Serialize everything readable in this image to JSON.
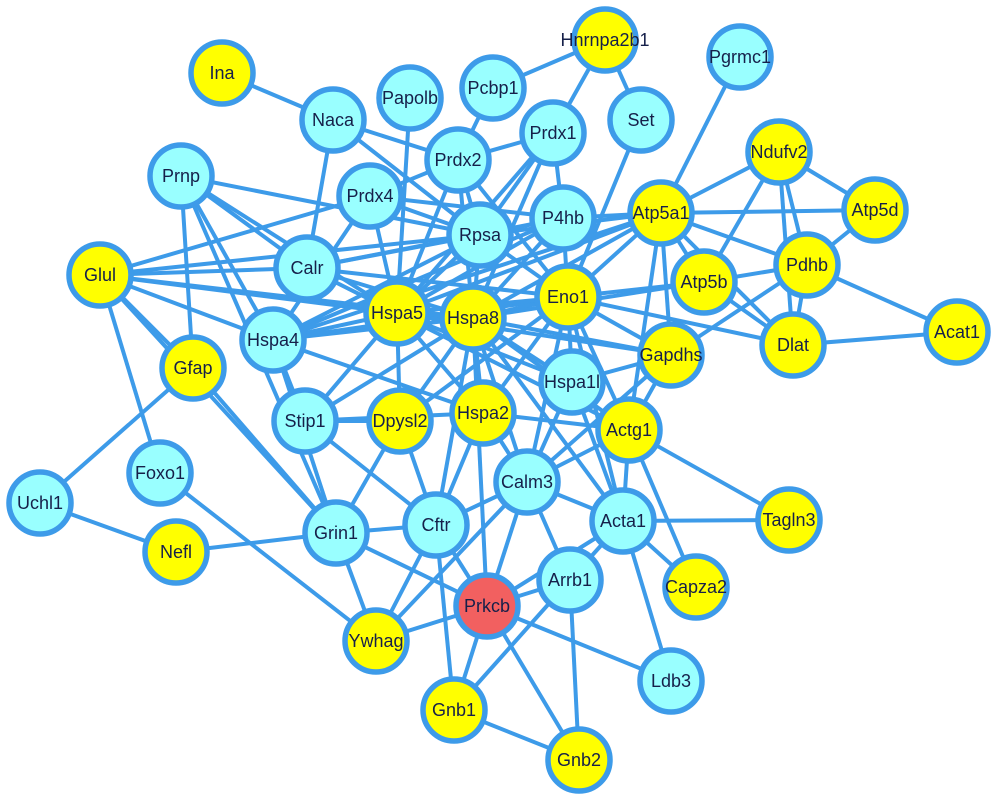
{
  "colors": {
    "edge": "#3d9be9",
    "upregulated": "#ffff00",
    "other": "#99ffff",
    "target": "#f26060"
  },
  "nodes": [
    {
      "id": "Ina",
      "type": "upregulated"
    },
    {
      "id": "Hnrnpa2b1",
      "type": "upregulated"
    },
    {
      "id": "Pgrmc1",
      "type": "other"
    },
    {
      "id": "Papolb",
      "type": "other"
    },
    {
      "id": "Pcbp1",
      "type": "other"
    },
    {
      "id": "Naca",
      "type": "other"
    },
    {
      "id": "Set",
      "type": "other"
    },
    {
      "id": "Prdx1",
      "type": "other"
    },
    {
      "id": "Prdx2",
      "type": "other"
    },
    {
      "id": "Ndufv2",
      "type": "upregulated"
    },
    {
      "id": "Prnp",
      "type": "other"
    },
    {
      "id": "Prdx4",
      "type": "other"
    },
    {
      "id": "P4hb",
      "type": "other"
    },
    {
      "id": "Rpsa",
      "type": "other"
    },
    {
      "id": "Atp5a1",
      "type": "upregulated"
    },
    {
      "id": "Atp5d",
      "type": "upregulated"
    },
    {
      "id": "Glul",
      "type": "upregulated"
    },
    {
      "id": "Calr",
      "type": "other"
    },
    {
      "id": "Pdhb",
      "type": "upregulated"
    },
    {
      "id": "Atp5b",
      "type": "upregulated"
    },
    {
      "id": "Eno1",
      "type": "upregulated"
    },
    {
      "id": "Hspa5",
      "type": "upregulated"
    },
    {
      "id": "Hspa8",
      "type": "upregulated"
    },
    {
      "id": "Hspa4",
      "type": "other"
    },
    {
      "id": "Gfap",
      "type": "upregulated"
    },
    {
      "id": "Dlat",
      "type": "upregulated"
    },
    {
      "id": "Acat1",
      "type": "upregulated"
    },
    {
      "id": "Gapdhs",
      "type": "upregulated"
    },
    {
      "id": "Hspa1l",
      "type": "other"
    },
    {
      "id": "Stip1",
      "type": "other"
    },
    {
      "id": "Dpysl2",
      "type": "upregulated"
    },
    {
      "id": "Hspa2",
      "type": "upregulated"
    },
    {
      "id": "Actg1",
      "type": "upregulated"
    },
    {
      "id": "Foxo1",
      "type": "other"
    },
    {
      "id": "Uchl1",
      "type": "other"
    },
    {
      "id": "Calm3",
      "type": "other"
    },
    {
      "id": "Grin1",
      "type": "other"
    },
    {
      "id": "Cftr",
      "type": "other"
    },
    {
      "id": "Acta1",
      "type": "other"
    },
    {
      "id": "Tagln3",
      "type": "upregulated"
    },
    {
      "id": "Nefl",
      "type": "upregulated"
    },
    {
      "id": "Capza2",
      "type": "upregulated"
    },
    {
      "id": "Arrb1",
      "type": "other"
    },
    {
      "id": "Prkcb",
      "type": "target"
    },
    {
      "id": "Ywhag",
      "type": "upregulated"
    },
    {
      "id": "Ldb3",
      "type": "other"
    },
    {
      "id": "Gnb1",
      "type": "upregulated"
    },
    {
      "id": "Gnb2",
      "type": "upregulated"
    }
  ],
  "edges": [
    [
      "Ina",
      "Naca"
    ],
    [
      "Naca",
      "Calr"
    ],
    [
      "Naca",
      "Prdx2"
    ],
    [
      "Naca",
      "Rpsa"
    ],
    [
      "Papolb",
      "Hspa5"
    ],
    [
      "Pcbp1",
      "Prdx2"
    ],
    [
      "Pcbp1",
      "Hnrnpa2b1"
    ],
    [
      "Hnrnpa2b1",
      "Prdx1"
    ],
    [
      "Hnrnpa2b1",
      "Set"
    ],
    [
      "Set",
      "Eno1"
    ],
    [
      "Pgrmc1",
      "Atp5a1"
    ],
    [
      "Ndufv2",
      "Atp5a1"
    ],
    [
      "Ndufv2",
      "Atp5d"
    ],
    [
      "Ndufv2",
      "Pdhb"
    ],
    [
      "Ndufv2",
      "Dlat"
    ],
    [
      "Ndufv2",
      "Atp5b"
    ],
    [
      "Atp5a1",
      "Atp5d"
    ],
    [
      "Atp5a1",
      "Pdhb"
    ],
    [
      "Atp5a1",
      "Atp5b"
    ],
    [
      "Atp5a1",
      "Dlat"
    ],
    [
      "Atp5d",
      "Pdhb"
    ],
    [
      "Atp5b",
      "Pdhb"
    ],
    [
      "Atp5b",
      "Dlat"
    ],
    [
      "Pdhb",
      "Dlat"
    ],
    [
      "Pdhb",
      "Acat1"
    ],
    [
      "Dlat",
      "Acat1"
    ],
    [
      "Pdhb",
      "Gapdhs"
    ],
    [
      "Eno1",
      "Atp5b"
    ],
    [
      "Eno1",
      "Dlat"
    ],
    [
      "Eno1",
      "Gapdhs"
    ],
    [
      "Eno1",
      "Atp5a1"
    ],
    [
      "P4hb",
      "Atp5a1"
    ],
    [
      "Prdx1",
      "P4hb"
    ],
    [
      "Prdx1",
      "Rpsa"
    ],
    [
      "Prdx1",
      "Prdx2"
    ],
    [
      "Prdx1",
      "Hspa5"
    ],
    [
      "Prdx1",
      "Hspa8"
    ],
    [
      "Prdx2",
      "Prdx4"
    ],
    [
      "Prdx2",
      "Rpsa"
    ],
    [
      "Prdx2",
      "Hspa5"
    ],
    [
      "Prdx2",
      "Hspa8"
    ],
    [
      "Prdx2",
      "Eno1"
    ],
    [
      "Prdx4",
      "Glul"
    ],
    [
      "Prdx4",
      "Hspa4"
    ],
    [
      "Prdx4",
      "Hspa5"
    ],
    [
      "Prdx4",
      "Rpsa"
    ],
    [
      "Prdx4",
      "P4hb"
    ],
    [
      "Prnp",
      "Rpsa"
    ],
    [
      "Prnp",
      "Calr"
    ],
    [
      "Prnp",
      "Hspa5"
    ],
    [
      "Prnp",
      "Hspa4"
    ],
    [
      "Prnp",
      "Gfap"
    ],
    [
      "Prnp",
      "Grin1"
    ],
    [
      "Glul",
      "Calr"
    ],
    [
      "Glul",
      "Rpsa"
    ],
    [
      "Glul",
      "Hspa5"
    ],
    [
      "Glul",
      "Hspa8"
    ],
    [
      "Glul",
      "Hspa4"
    ],
    [
      "Glul",
      "Gfap"
    ],
    [
      "Glul",
      "Grin1"
    ],
    [
      "Glul",
      "Foxo1"
    ],
    [
      "Calr",
      "Rpsa"
    ],
    [
      "Calr",
      "Hspa5"
    ],
    [
      "Calr",
      "Hspa8"
    ],
    [
      "Calr",
      "Eno1"
    ],
    [
      "Calr",
      "P4hb"
    ],
    [
      "Hspa4",
      "Hspa5"
    ],
    [
      "Hspa4",
      "Hspa8"
    ],
    [
      "Hspa4",
      "Eno1"
    ],
    [
      "Hspa4",
      "P4hb"
    ],
    [
      "Hspa4",
      "Rpsa"
    ],
    [
      "Hspa4",
      "Stip1"
    ],
    [
      "Hspa4",
      "Hspa2"
    ],
    [
      "Hspa4",
      "Atp5a1"
    ],
    [
      "Hspa4",
      "Grin1"
    ],
    [
      "Gfap",
      "Uchl1"
    ],
    [
      "Gfap",
      "Grin1"
    ],
    [
      "Stip1",
      "Hspa5"
    ],
    [
      "Stip1",
      "Hspa8"
    ],
    [
      "Stip1",
      "Dpysl2"
    ],
    [
      "Stip1",
      "Hspa2"
    ],
    [
      "Stip1",
      "Cftr"
    ],
    [
      "Dpysl2",
      "Hspa5"
    ],
    [
      "Dpysl2",
      "Hspa8"
    ],
    [
      "Dpysl2",
      "Grin1"
    ],
    [
      "Dpysl2",
      "Cftr"
    ],
    [
      "Dpysl2",
      "Eno1"
    ],
    [
      "Hspa2",
      "Cftr"
    ],
    [
      "Hspa2",
      "Hspa5"
    ],
    [
      "Hspa2",
      "Hspa8"
    ],
    [
      "Hspa2",
      "Calm3"
    ],
    [
      "Hspa2",
      "Eno1"
    ],
    [
      "Hspa2",
      "Actg1"
    ],
    [
      "Hspa5",
      "Hspa8"
    ],
    [
      "Hspa5",
      "Eno1"
    ],
    [
      "Hspa5",
      "Rpsa"
    ],
    [
      "Hspa5",
      "P4hb"
    ],
    [
      "Hspa5",
      "Atp5a1"
    ],
    [
      "Hspa5",
      "Hspa1l"
    ],
    [
      "Hspa5",
      "Actg1"
    ],
    [
      "Hspa5",
      "Gapdhs"
    ],
    [
      "Hspa8",
      "Eno1"
    ],
    [
      "Hspa8",
      "Rpsa"
    ],
    [
      "Hspa8",
      "P4hb"
    ],
    [
      "Hspa8",
      "Atp5a1"
    ],
    [
      "Hspa8",
      "Atp5b"
    ],
    [
      "Hspa8",
      "Hspa1l"
    ],
    [
      "Hspa8",
      "Gapdhs"
    ],
    [
      "Hspa8",
      "Actg1"
    ],
    [
      "Hspa8",
      "Calm3"
    ],
    [
      "Hspa8",
      "Acta1"
    ],
    [
      "Hspa8",
      "Cftr"
    ],
    [
      "Hspa8",
      "Prkcb"
    ],
    [
      "Eno1",
      "P4hb"
    ],
    [
      "Eno1",
      "Rpsa"
    ],
    [
      "Eno1",
      "Hspa1l"
    ],
    [
      "Eno1",
      "Actg1"
    ],
    [
      "Eno1",
      "Calm3"
    ],
    [
      "Eno1",
      "Acta1"
    ],
    [
      "Rpsa",
      "P4hb"
    ],
    [
      "Rpsa",
      "Atp5a1"
    ],
    [
      "Hspa1l",
      "Calm3"
    ],
    [
      "Hspa1l",
      "Acta1"
    ],
    [
      "Hspa1l",
      "Gapdhs"
    ],
    [
      "Gapdhs",
      "Actg1"
    ],
    [
      "Gapdhs",
      "Calm3"
    ],
    [
      "Gapdhs",
      "Atp5a1"
    ],
    [
      "Actg1",
      "Acta1"
    ],
    [
      "Actg1",
      "Calm3"
    ],
    [
      "Actg1",
      "Tagln3"
    ],
    [
      "Actg1",
      "Capza2"
    ],
    [
      "Actg1",
      "Atp5a1"
    ],
    [
      "Acta1",
      "Tagln3"
    ],
    [
      "Acta1",
      "Capza2"
    ],
    [
      "Acta1",
      "Ldb3"
    ],
    [
      "Acta1",
      "Calm3"
    ],
    [
      "Acta1",
      "Arrb1"
    ],
    [
      "Acta1",
      "Prkcb"
    ],
    [
      "Calm3",
      "Cftr"
    ],
    [
      "Calm3",
      "Prkcb"
    ],
    [
      "Calm3",
      "Arrb1"
    ],
    [
      "Calm3",
      "Ywhag"
    ],
    [
      "Cftr",
      "Grin1"
    ],
    [
      "Cftr",
      "Ywhag"
    ],
    [
      "Cftr",
      "Gnb1"
    ],
    [
      "Cftr",
      "Prkcb"
    ],
    [
      "Grin1",
      "Nefl"
    ],
    [
      "Grin1",
      "Ywhag"
    ],
    [
      "Grin1",
      "Prkcb"
    ],
    [
      "Foxo1",
      "Ywhag"
    ],
    [
      "Uchl1",
      "Nefl"
    ],
    [
      "Ywhag",
      "Prkcb"
    ],
    [
      "Prkcb",
      "Gnb1"
    ],
    [
      "Prkcb",
      "Gnb2"
    ],
    [
      "Prkcb",
      "Ldb3"
    ],
    [
      "Prkcb",
      "Arrb1"
    ],
    [
      "Arrb1",
      "Gnb1"
    ],
    [
      "Arrb1",
      "Gnb2"
    ],
    [
      "Gnb1",
      "Gnb2"
    ]
  ]
}
